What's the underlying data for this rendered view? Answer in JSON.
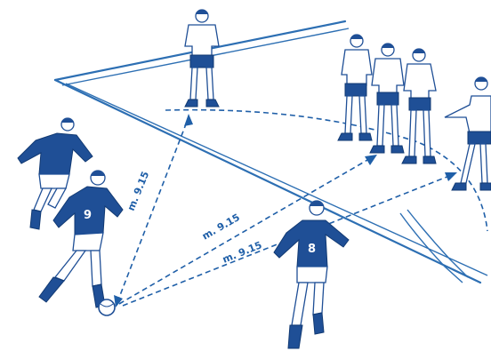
{
  "distances": {
    "to_front_player": "m. 9.15",
    "to_wall_middle": "m. 9.15",
    "to_wall_right": "m. 9.15"
  },
  "jersey_numbers": {
    "kicker": "9",
    "midfield_player": "8"
  },
  "colors": {
    "ink": "#1f4f96",
    "line": "#2d6fb3",
    "background": "#ffffff"
  }
}
